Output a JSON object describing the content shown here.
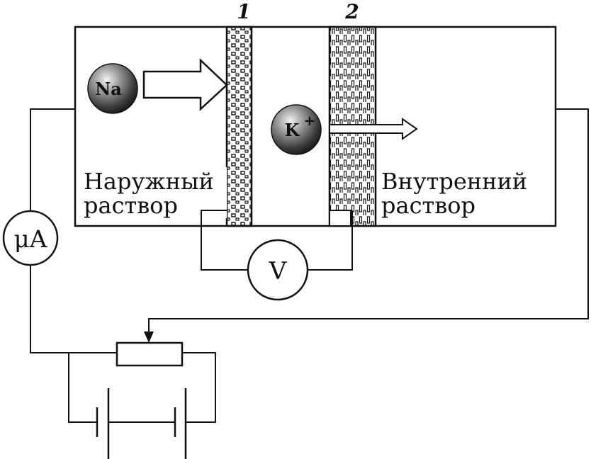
{
  "labels": {
    "membrane_1": "1",
    "membrane_2": "2",
    "outer_solution_line1": "Наружный",
    "outer_solution_line2": "раствор",
    "inner_solution_line1": "Внутренний",
    "inner_solution_line2": "раствор",
    "ion_na": "Na",
    "ion_k": "K",
    "ion_k_charge": "+",
    "microammeter": "μA",
    "voltmeter": "V"
  },
  "colors": {
    "line": "#111111",
    "background": "#ffffff"
  }
}
